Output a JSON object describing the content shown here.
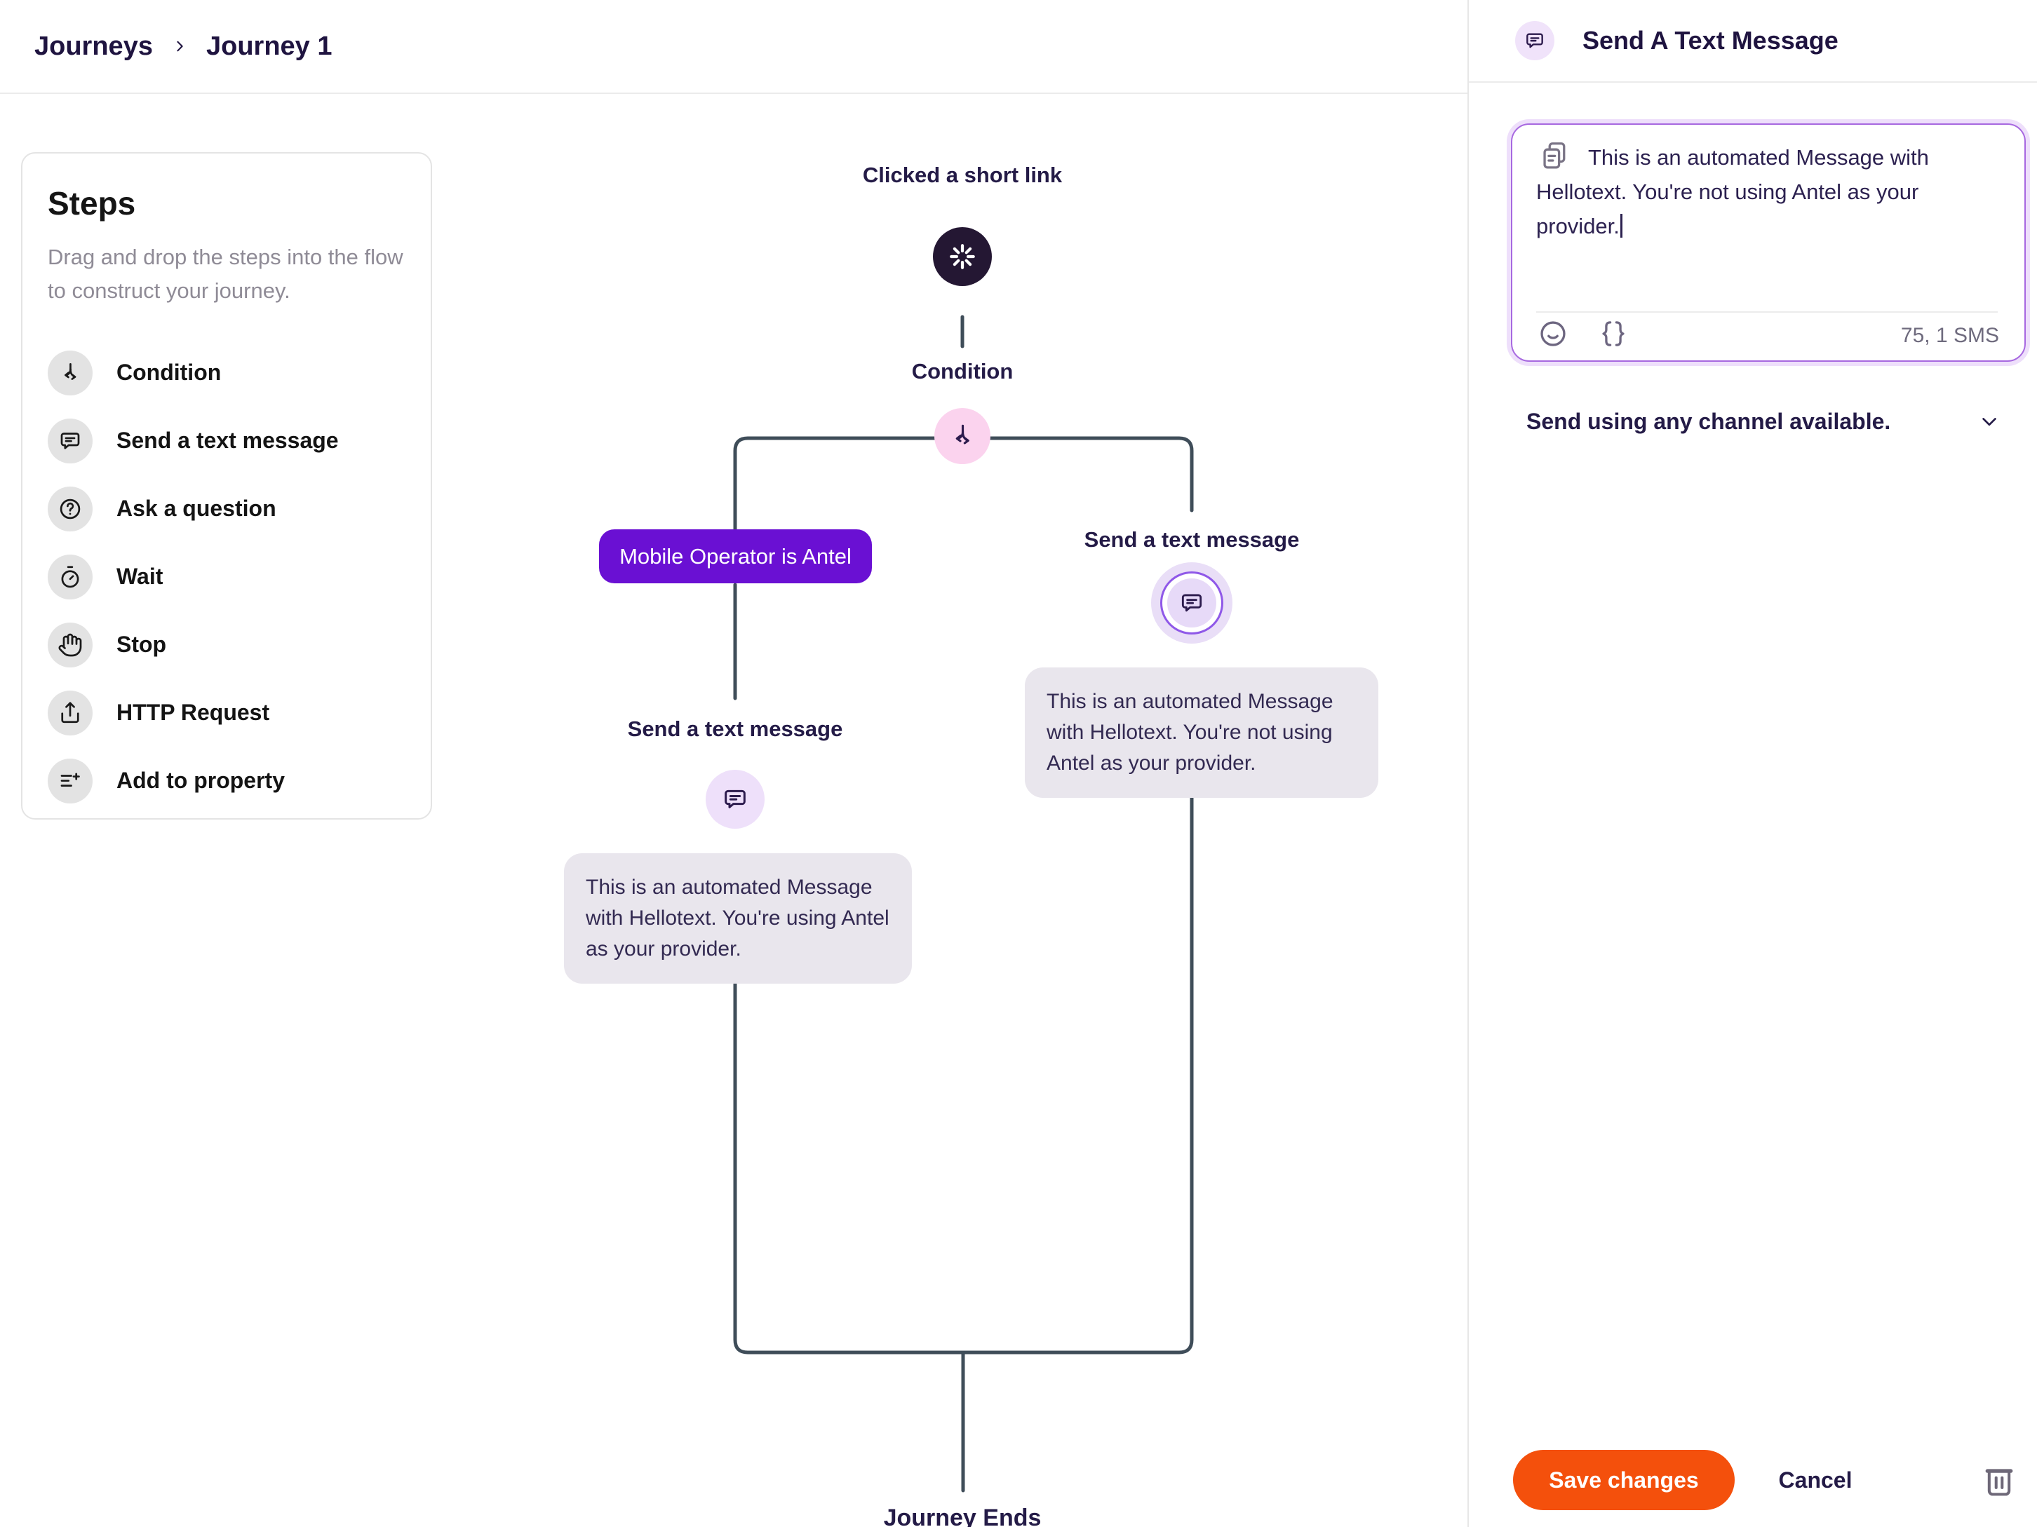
{
  "breadcrumb": {
    "journeys": "Journeys",
    "current": "Journey 1"
  },
  "steps_panel": {
    "title": "Steps",
    "subtitle": "Drag and drop the steps into the flow to construct your journey.",
    "items": [
      {
        "label": "Condition",
        "icon": "split-icon"
      },
      {
        "label": "Send a text message",
        "icon": "message-icon"
      },
      {
        "label": "Ask a question",
        "icon": "question-icon"
      },
      {
        "label": "Wait",
        "icon": "timer-icon"
      },
      {
        "label": "Stop",
        "icon": "hand-icon"
      },
      {
        "label": "HTTP Request",
        "icon": "share-icon"
      },
      {
        "label": "Add to property",
        "icon": "list-plus-icon"
      }
    ]
  },
  "flow": {
    "trigger": {
      "label": "Clicked a short link",
      "icon": "burst-icon"
    },
    "condition": {
      "label": "Condition",
      "icon": "split-icon"
    },
    "left": {
      "badge": "Mobile Operator is Antel",
      "node_label": "Send a text message",
      "node_icon": "message-icon",
      "message_lines": [
        "This is an automated Message",
        "with Hellotext. You're using Antel",
        "as your provider."
      ]
    },
    "right": {
      "node_label": "Send a text message",
      "node_icon": "message-icon",
      "message_lines": [
        "This is an automated Message",
        "with Hellotext. You're not using",
        "Antel as your provider."
      ]
    },
    "end_label": "Journey Ends"
  },
  "panel": {
    "title": "Send A Text Message",
    "icon": "message-icon",
    "composer": {
      "template_icon": "template-icon",
      "lines": [
        "This is an automated Message with",
        "Hellotext. You're not using Antel as your",
        "provider."
      ],
      "emoji_icon": "smiley-icon",
      "personalization_icon": "braces-icon",
      "counter": "75, 1 SMS"
    },
    "channel_selector": {
      "label": "Send using any channel available.",
      "icon": "chevron-down-icon"
    },
    "footer": {
      "save_label": "Save changes",
      "cancel_label": "Cancel",
      "delete_icon": "trash-icon"
    }
  },
  "colors": {
    "accent_purple": "#6a10d3",
    "selected_ring": "#8f58e8",
    "condition_pink": "#fbd3ee",
    "node_lavender": "#eee0fa",
    "flow_line": "#3f4d59",
    "bubble_bg": "#e9e6ed",
    "text_dark": "#241b47",
    "save_orange": "#f4500c",
    "trigger_dark": "#241733"
  }
}
